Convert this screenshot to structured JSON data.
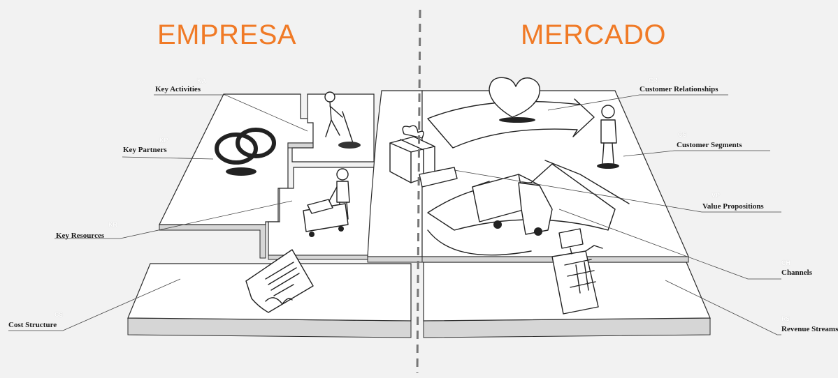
{
  "headings": {
    "left": "EMPRESA",
    "right": "MERCADO"
  },
  "blocks": {
    "key_activities": {
      "label": "Key Activities",
      "abbr": "KA"
    },
    "key_partners": {
      "label": "Key Partners",
      "abbr": "KP"
    },
    "key_resources": {
      "label": "Key Resources",
      "abbr": "KR"
    },
    "cost_structure": {
      "label": "Cost Structure",
      "abbr": "C$"
    },
    "customer_relationships": {
      "label": "Customer Relationships",
      "abbr": "CR"
    },
    "customer_segments": {
      "label": "Customer Segments",
      "abbr": "CS"
    },
    "value_propositions": {
      "label": "Value Propositions",
      "abbr": "VP"
    },
    "channels": {
      "label": "Channels",
      "abbr": "CH"
    },
    "revenue_streams": {
      "label": "Revenue Streams",
      "abbr": "R$"
    }
  },
  "colors": {
    "heading": "#f07a26",
    "background": "#f2f2f2",
    "tile_top": "#ffffff",
    "tile_side": "#d9d9d9",
    "line": "#2b2b2b",
    "divider": "#777777"
  },
  "icons": [
    "rings-icon",
    "digging-person-icon",
    "person-with-cart-icon",
    "contract-document-icon",
    "gift-box-icon",
    "heart-icon",
    "standing-person-icon",
    "delivery-truck-icon",
    "cash-register-icon"
  ]
}
